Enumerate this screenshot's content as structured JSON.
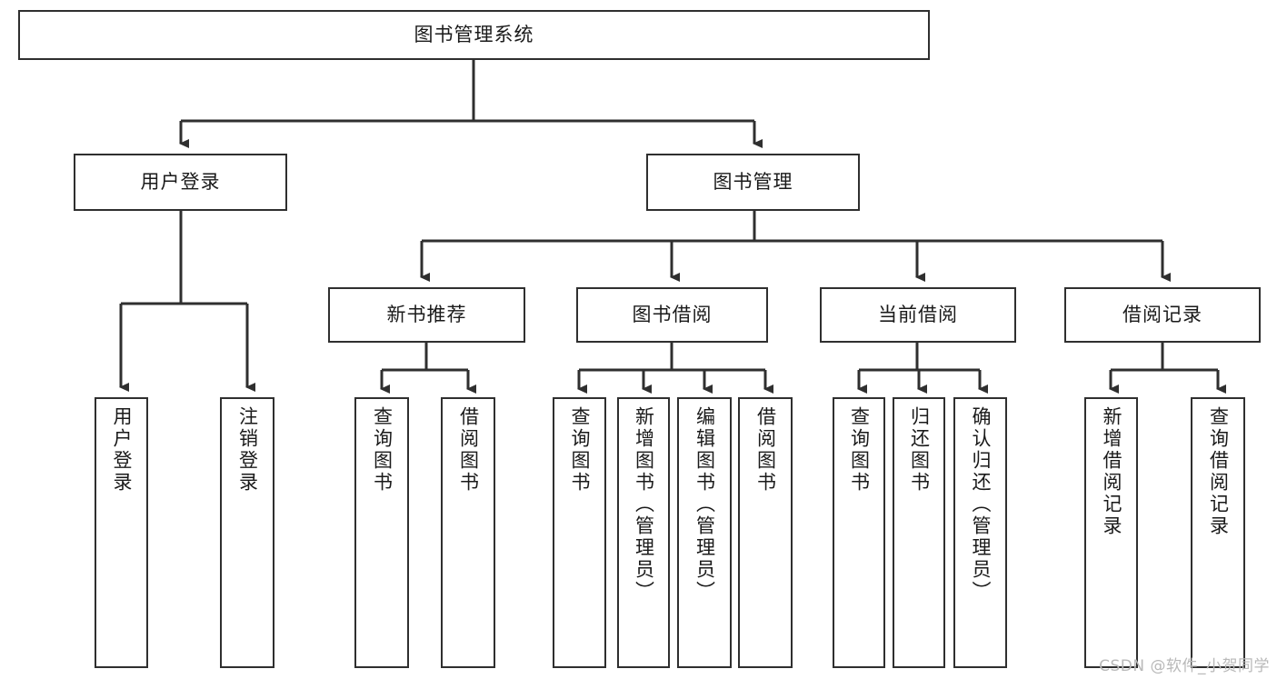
{
  "diagram": {
    "title": "图书管理系统",
    "type": "tree-hierarchy-chart",
    "watermark": "CSDN @软件_小贺同学",
    "colors": {
      "node_border": "#2f2f2f",
      "node_fill": "#ffffff",
      "connector": "#2f2f2f",
      "text": "#1a1a1a",
      "watermark": "#b9b9b9",
      "background": "#ffffff"
    },
    "root": {
      "label": "图书管理系统"
    },
    "level1": [
      {
        "id": "user-login",
        "label": "用户登录"
      },
      {
        "id": "book-management",
        "label": "图书管理"
      }
    ],
    "level2": [
      {
        "id": "new-book-recommend",
        "label": "新书推荐",
        "parent": "book-management"
      },
      {
        "id": "book-borrow",
        "label": "图书借阅",
        "parent": "book-management"
      },
      {
        "id": "current-borrow",
        "label": "当前借阅",
        "parent": "book-management"
      },
      {
        "id": "borrow-record",
        "label": "借阅记录",
        "parent": "book-management"
      }
    ],
    "leaves": {
      "user_login": [
        {
          "id": "leaf-user-login",
          "label": "用户登录"
        },
        {
          "id": "leaf-logout-login",
          "label": "注销登录"
        }
      ],
      "new_book_recommend": [
        {
          "id": "leaf-query-book-1",
          "label": "查询图书"
        },
        {
          "id": "leaf-borrow-book-1",
          "label": "借阅图书"
        }
      ],
      "book_borrow": [
        {
          "id": "leaf-query-book-2",
          "label": "查询图书"
        },
        {
          "id": "leaf-add-book",
          "label": "新增图书（管理员）"
        },
        {
          "id": "leaf-edit-book",
          "label": "编辑图书（管理员）"
        },
        {
          "id": "leaf-borrow-book-2",
          "label": "借阅图书"
        }
      ],
      "current_borrow": [
        {
          "id": "leaf-query-book-3",
          "label": "查询图书"
        },
        {
          "id": "leaf-return-book",
          "label": "归还图书"
        },
        {
          "id": "leaf-confirm-return",
          "label": "确认归还（管理员）"
        }
      ],
      "borrow_record": [
        {
          "id": "leaf-add-record",
          "label": "新增借阅记录"
        },
        {
          "id": "leaf-query-record",
          "label": "查询借阅记录"
        }
      ]
    }
  }
}
